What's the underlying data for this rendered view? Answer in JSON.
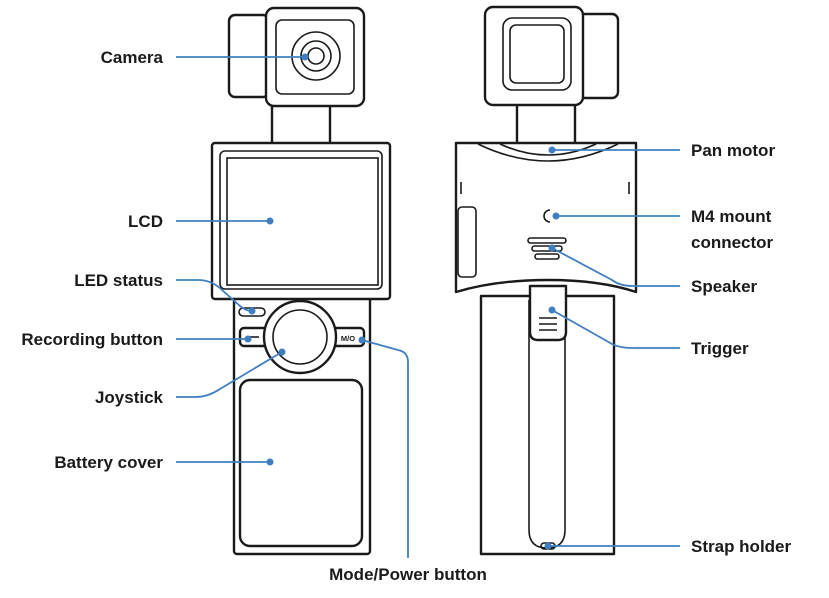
{
  "labels": {
    "camera": "Camera",
    "lcd": "LCD",
    "led_status": "LED status",
    "recording_button": "Recording button",
    "joystick": "Joystick",
    "battery_cover": "Battery cover",
    "mode_power_button": "Mode/Power button",
    "pan_motor": "Pan motor",
    "m4_mount_line1": "M4 mount",
    "m4_mount_line2": "connector",
    "speaker": "Speaker",
    "trigger": "Trigger",
    "strap_holder": "Strap holder"
  },
  "button_text": {
    "mode_button": "M/O"
  },
  "colors": {
    "leader_line": "#3f7fc1",
    "outline": "#1a1a1a",
    "label_text": "#1a1a1a"
  }
}
